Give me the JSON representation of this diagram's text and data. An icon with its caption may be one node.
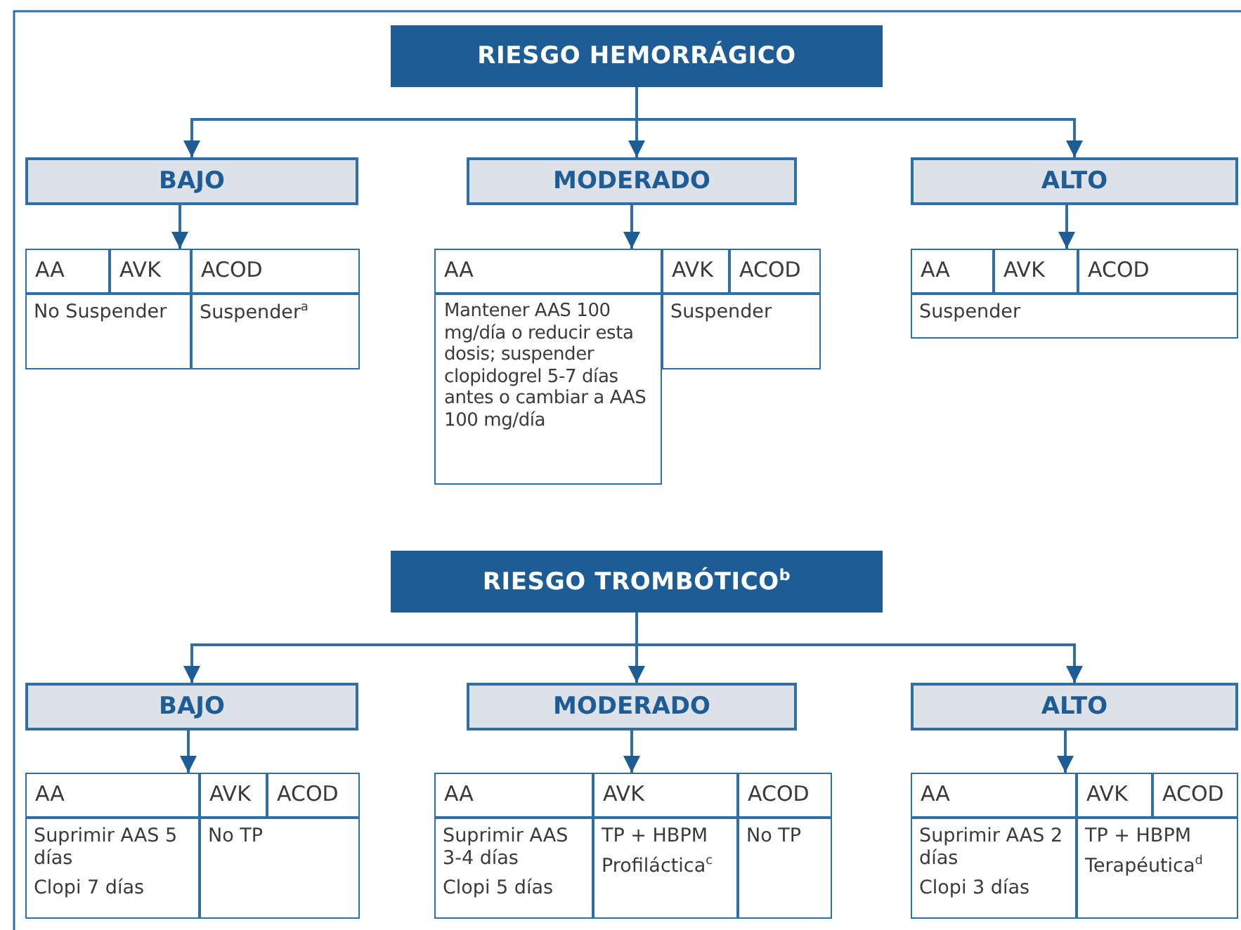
{
  "diagram": {
    "nodes": [
      {
        "text": [
          "RIESGO HEMORRÁGICO"
        ]
      },
      {
        "text": [
          "BAJO"
        ]
      },
      {
        "text": [
          "MODERADO"
        ]
      },
      {
        "text": [
          "ALTO"
        ]
      },
      {
        "text": [
          "AA"
        ]
      },
      {
        "text": [
          "AVK"
        ]
      },
      {
        "text": [
          "ACOD"
        ]
      },
      {
        "text": [
          "No Suspender"
        ]
      },
      {
        "text": [
          "Suspender$^{a}$"
        ]
      },
      {
        "text": [
          "AA"
        ]
      },
      {
        "text": [
          "AVK"
        ]
      },
      {
        "text": [
          "ACOD"
        ]
      },
      {
        "text": [
          "Mantener AAS 100 mg/día o reducir esta dosis; suspender clopidogrel 5-7 días antes o cambiar a AAS 100 mg/día"
        ]
      },
      {
        "text": [
          "Suspender"
        ]
      },
      {
        "text": [
          "AA"
        ]
      },
      {
        "text": [
          "AVK"
        ]
      },
      {
        "text": [
          "ACOD"
        ]
      },
      {
        "text": [
          "Suspender"
        ]
      },
      {
        "text": [
          "RIESGO TROMBÓTICO$^{b}$"
        ]
      },
      {
        "text": [
          "BAJO"
        ]
      },
      {
        "text": [
          "MODERADO"
        ]
      },
      {
        "text": [
          "ALTO"
        ]
      },
      {
        "text": [
          "AA"
        ]
      },
      {
        "text": [
          "AVK"
        ]
      },
      {
        "text": [
          "ACOD"
        ]
      },
      {
        "text": [
          "Suprimir AAS 5 días",
          "Clopi 7 días"
        ]
      },
      {
        "text": [
          "No TP"
        ]
      },
      {
        "text": [
          "AA"
        ]
      },
      {
        "text": [
          "AVK"
        ]
      },
      {
        "text": [
          "ACOD"
        ]
      },
      {
        "text": [
          "Suprimir AAS 3-4 días",
          "Clopi 5 días"
        ]
      },
      {
        "text": [
          "TP + HBPM",
          "Profiláctica$^{c}$"
        ]
      },
      {
        "text": [
          "No TP"
        ]
      },
      {
        "text": [
          "AA"
        ]
      },
      {
        "text": [
          "AVK"
        ]
      },
      {
        "text": [
          "ACOD"
        ]
      },
      {
        "text": [
          "Suprimir AAS 2 días",
          "Clopi 3 días"
        ]
      },
      {
        "text": [
          "TP + HBPM",
          "Terapéutica$^{d}$"
        ]
      }
    ],
    "edges": [
      {
        "from": 0,
        "to": 1,
        "arrow": "to"
      },
      {
        "from": 0,
        "to": 2,
        "arrow": "to"
      },
      {
        "from": 0,
        "to": 3,
        "arrow": "to"
      },
      {
        "from": 1,
        "to": 5,
        "arrow": "to"
      },
      {
        "from": 2,
        "to": 9,
        "arrow": "to"
      },
      {
        "from": 3,
        "to": 15,
        "arrow": "to"
      },
      {
        "from": 18,
        "to": 19,
        "arrow": "to"
      },
      {
        "from": 18,
        "to": 20,
        "arrow": "to"
      },
      {
        "from": 18,
        "to": 21,
        "arrow": "to"
      },
      {
        "from": 19,
        "to": 22,
        "arrow": "to"
      },
      {
        "from": 20,
        "to": 28,
        "arrow": "to"
      },
      {
        "from": 21,
        "to": 33,
        "arrow": "to"
      }
    ]
  }
}
